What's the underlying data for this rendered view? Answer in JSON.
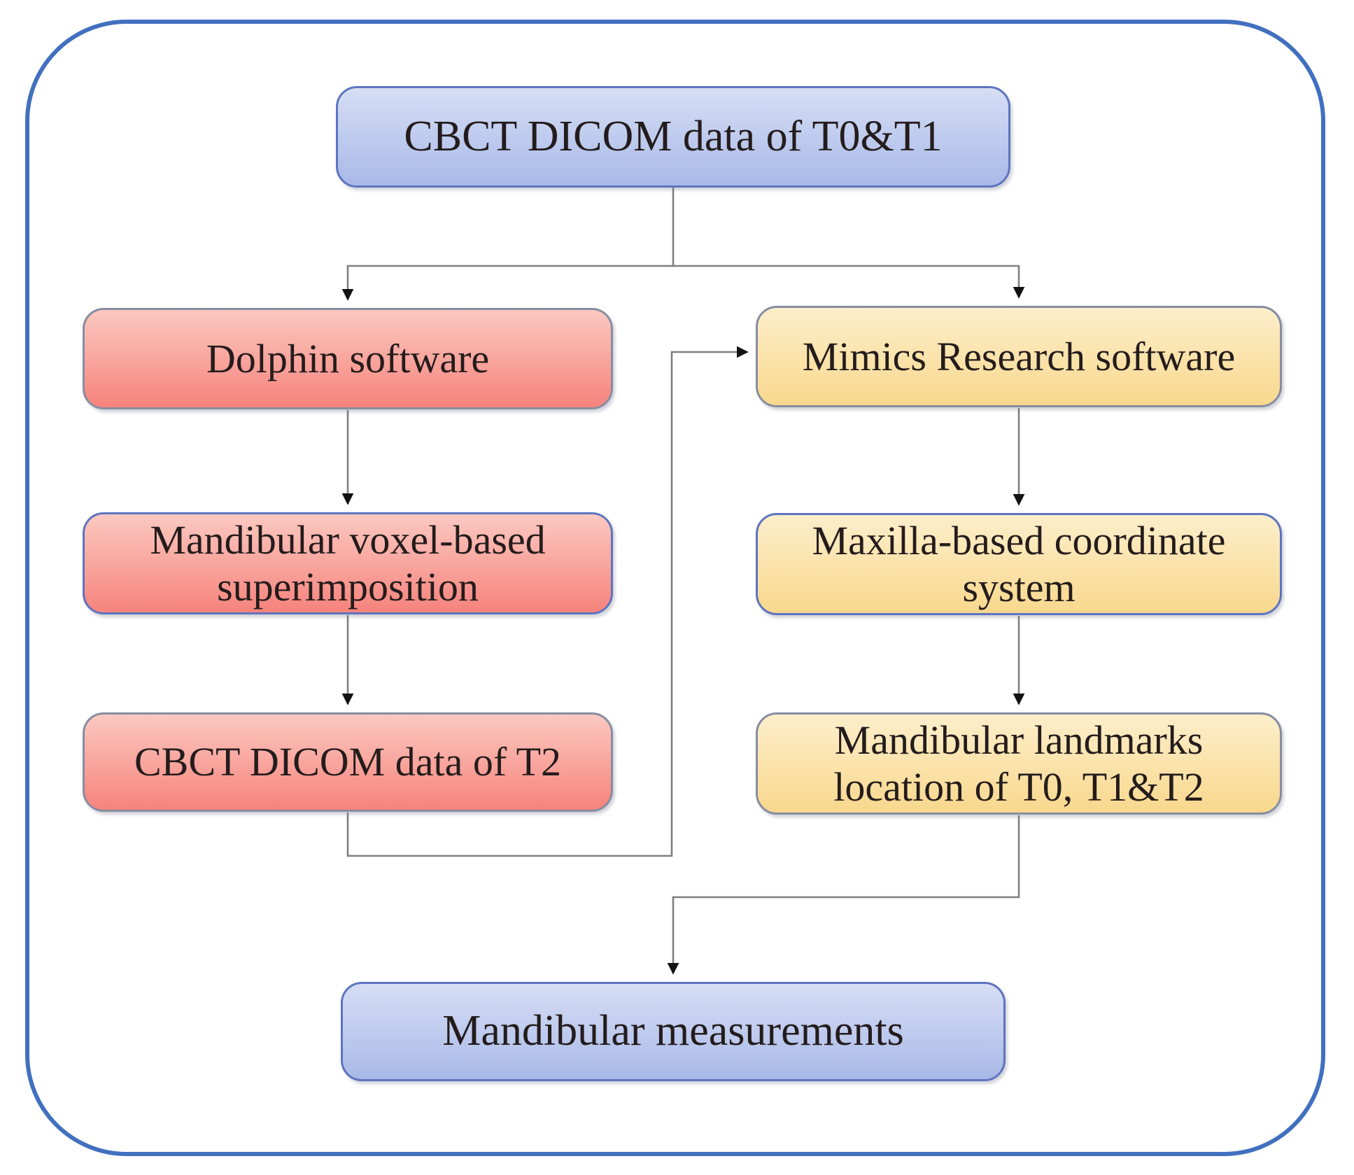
{
  "figure": {
    "nodes": {
      "top": {
        "id": "cbct-t0t1",
        "label": "CBCT DICOM data of T0&T1"
      },
      "left": [
        {
          "id": "dolphin",
          "label": "Dolphin software"
        },
        {
          "id": "voxel",
          "label": "Mandibular voxel-based superimposition"
        },
        {
          "id": "cbct-t2",
          "label": "CBCT DICOM data of T2"
        }
      ],
      "right": [
        {
          "id": "mimics",
          "label": "Mimics Research software"
        },
        {
          "id": "maxilla",
          "label": "Maxilla-based coordinate system"
        },
        {
          "id": "landmarks",
          "label": "Mandibular landmarks location of T0, T1&T2"
        }
      ],
      "bottom": {
        "id": "measurements",
        "label": "Mandibular measurements"
      }
    },
    "edges": [
      {
        "from": "cbct-t0t1",
        "to": "dolphin"
      },
      {
        "from": "cbct-t0t1",
        "to": "mimics"
      },
      {
        "from": "dolphin",
        "to": "voxel"
      },
      {
        "from": "voxel",
        "to": "cbct-t2"
      },
      {
        "from": "cbct-t2",
        "to": "mimics"
      },
      {
        "from": "mimics",
        "to": "maxilla"
      },
      {
        "from": "maxilla",
        "to": "landmarks"
      },
      {
        "from": "landmarks",
        "to": "measurements"
      }
    ],
    "palette": {
      "frame_border": "#4170bf",
      "connector_line": "#7f7f7f",
      "arrow_head": "#121212",
      "text_color": "#241c1c",
      "blue_top": "#d6def5",
      "blue_bottom": "#a9b9e8",
      "red_top": "#fbc9c1",
      "red_bottom": "#f6837c",
      "yellow_top": "#fdeecb",
      "yellow_bottom": "#f8d88d",
      "border_gray": "#878da0",
      "border_blue": "#5e74bf"
    }
  }
}
